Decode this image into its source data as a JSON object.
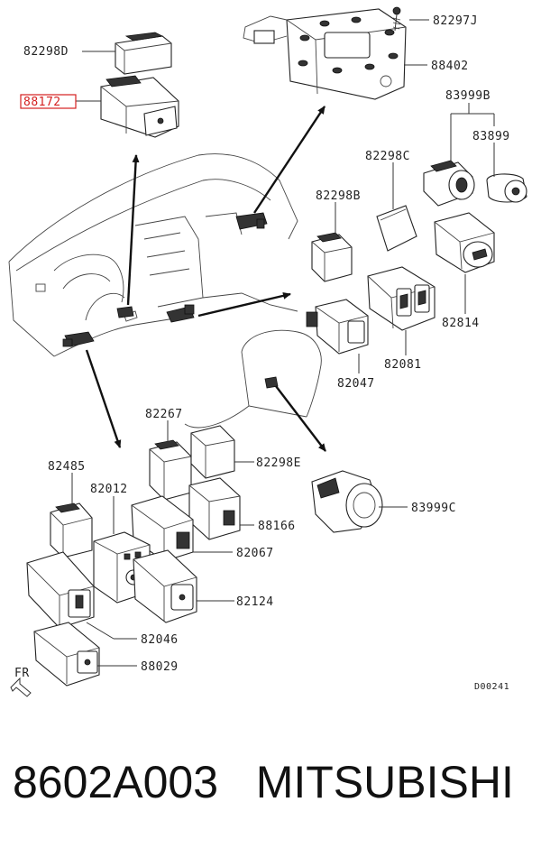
{
  "labels": {
    "p82298D": "82298D",
    "p88172": "88172",
    "p82297J": "82297J",
    "p88402": "88402",
    "p83999B": "83999B",
    "p83899": "83899",
    "p82298C": "82298C",
    "p82298B": "82298B",
    "p82814": "82814",
    "p82081": "82081",
    "p82047": "82047",
    "p82267": "82267",
    "p82298E": "82298E",
    "p83999C": "83999C",
    "p82485": "82485",
    "p82012": "82012",
    "p88166": "88166",
    "p82067": "82067",
    "p82124": "82124",
    "p82046": "82046",
    "p88029": "88029",
    "fr": "FR",
    "diagram_code": "D00241"
  },
  "caption": {
    "part_number": "8602A003",
    "brand": "MITSUBISHI"
  },
  "highlight": {
    "part": "88172",
    "color": "#d42020"
  }
}
